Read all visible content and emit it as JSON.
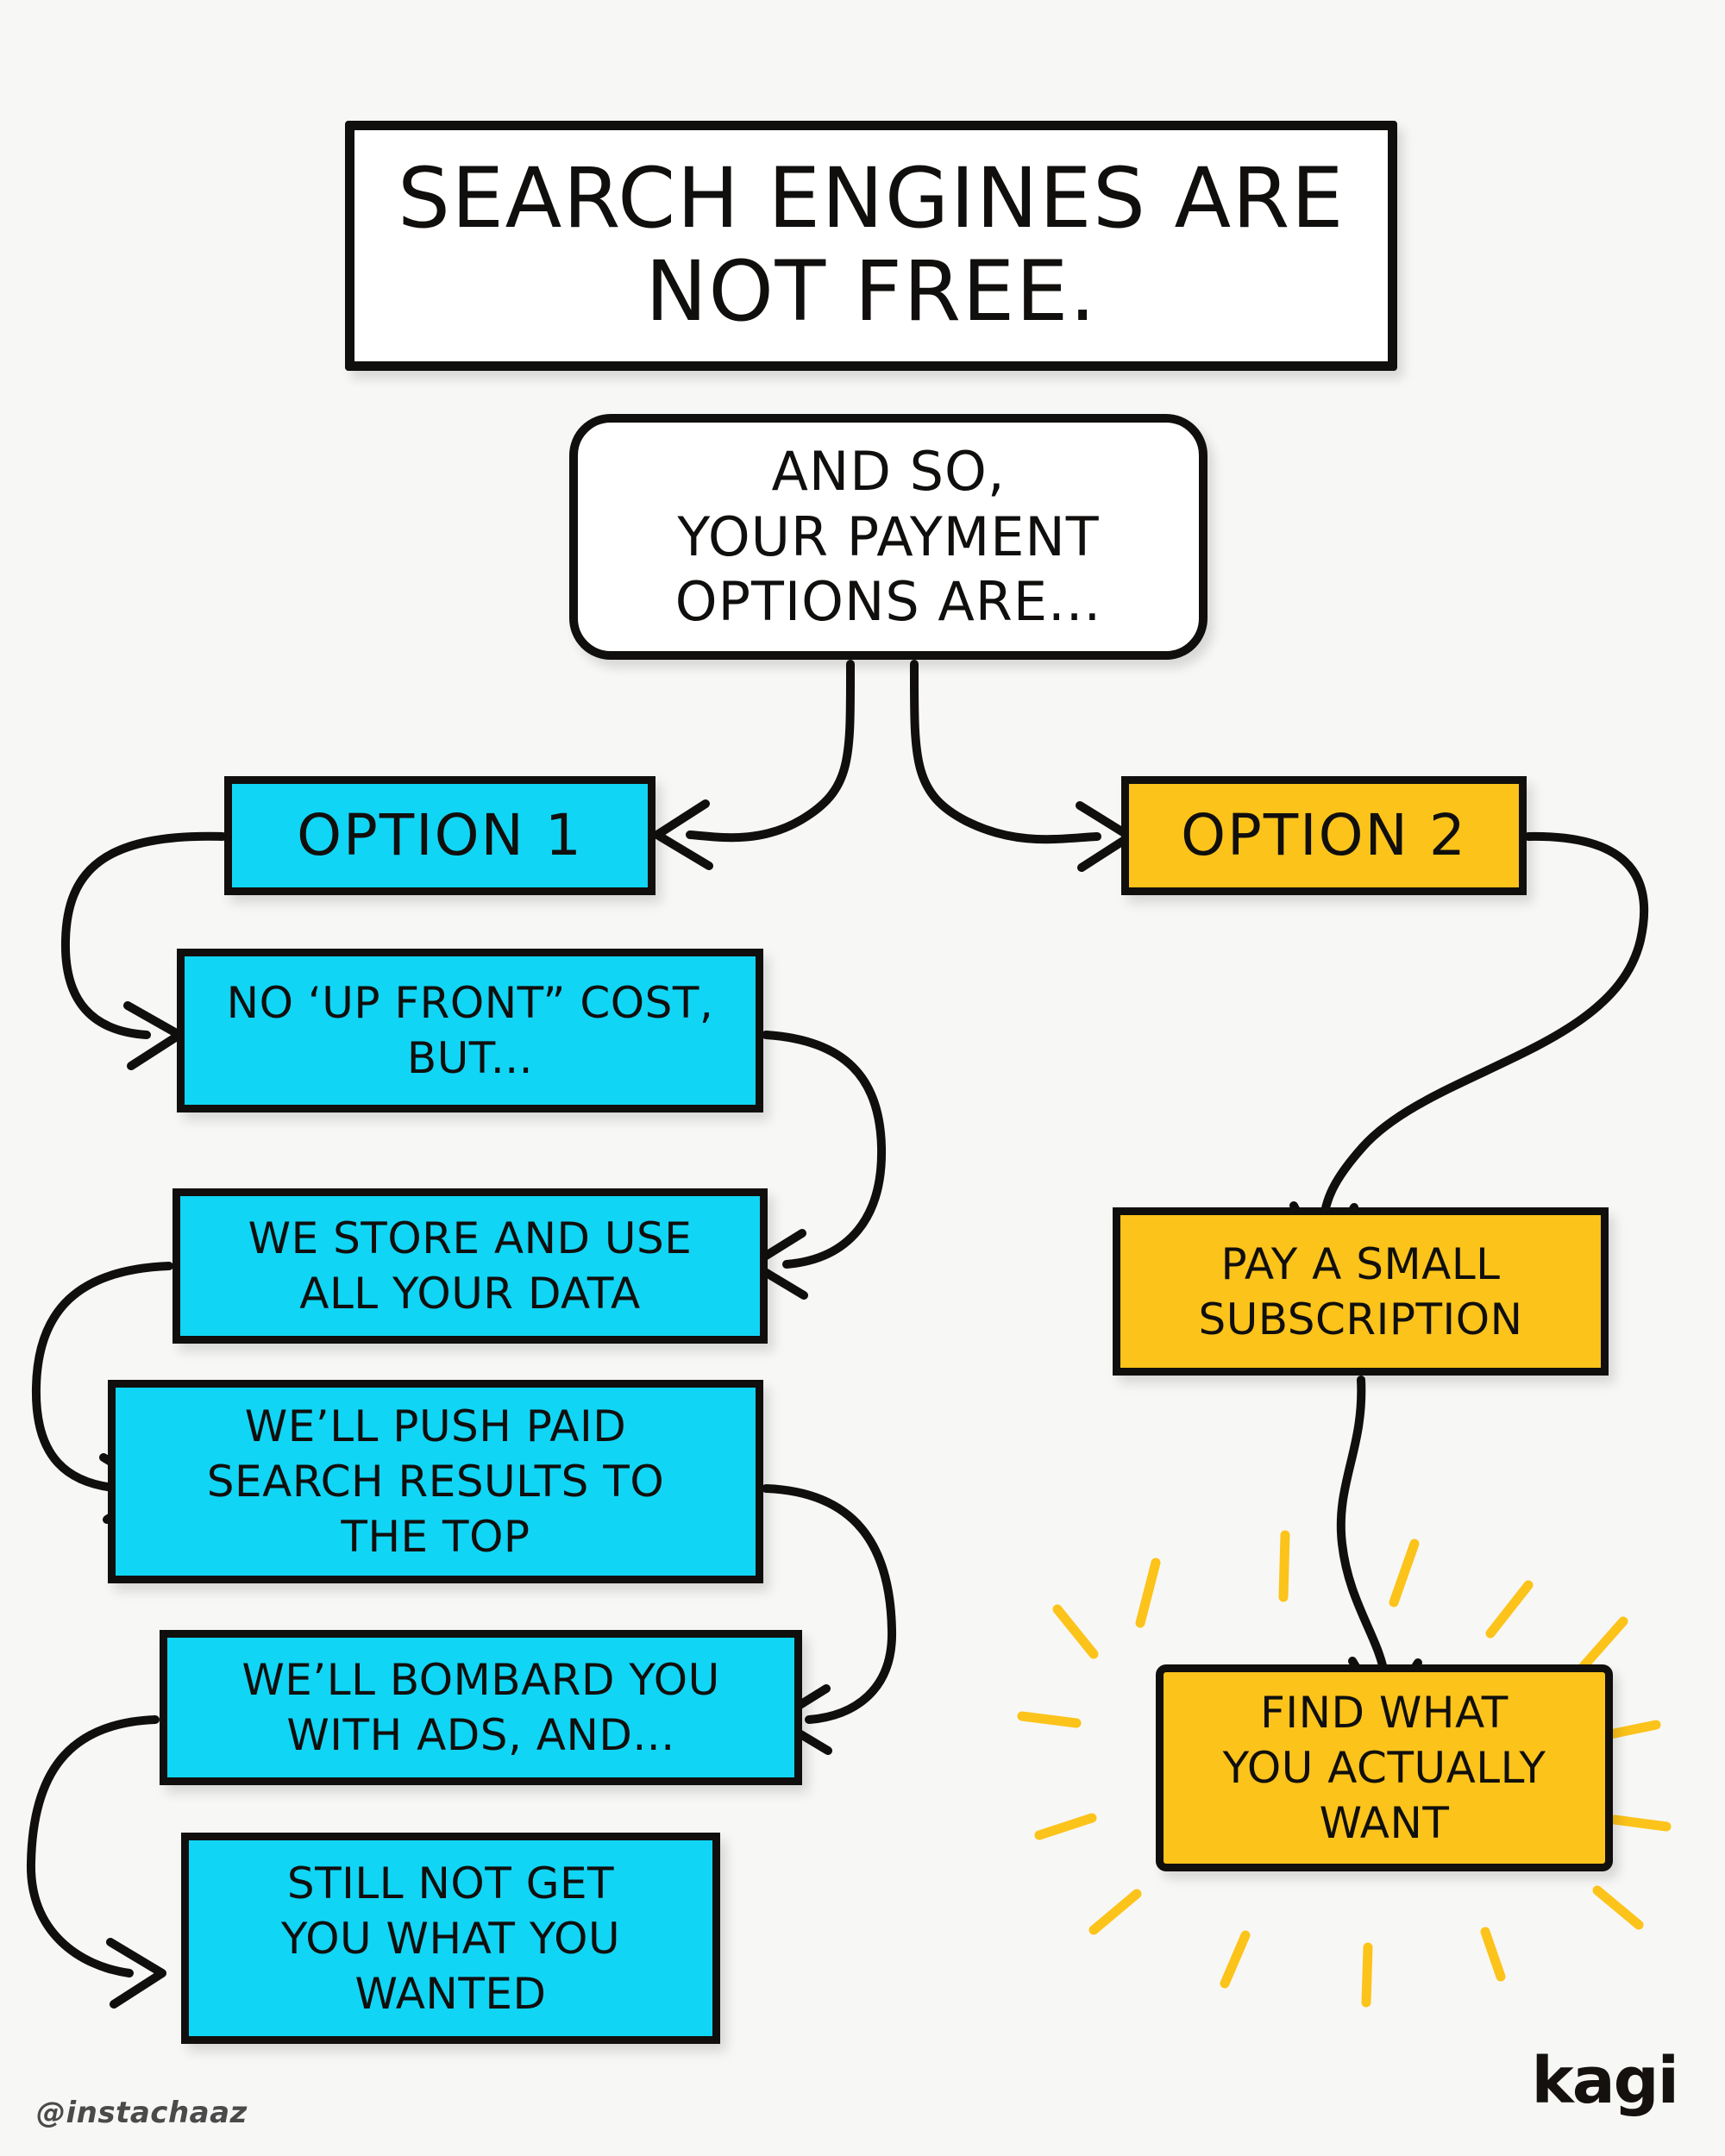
{
  "page": {
    "background_color": "#f7f7f5",
    "ink_color": "#100f0d",
    "option1_color": "#11d5f5",
    "option2_color": "#fcc31a",
    "spark_color": "#fcc31a"
  },
  "title": {
    "line1_lead": "S",
    "line1_rest": "EARCH ",
    "line1_lead2": "E",
    "line1_rest2": "NGINES",
    "line2": "ARE NOT FREE.",
    "full_text": "SEARCH ENGINES ARE NOT FREE."
  },
  "bubble": {
    "text": "AND SO,\nYOUR PAYMENT\nOPTIONS ARE..."
  },
  "branches": [
    {
      "id": "option1",
      "header": "OPTION 1",
      "color": "#11d5f5",
      "steps": [
        {
          "id": "step1",
          "text": "NO ‘UP FRONT” COST,\n    BUT..."
        },
        {
          "id": "step2",
          "text": "WE STORE AND USE\nALL YOUR DATA"
        },
        {
          "id": "step3",
          "text": "  WE’LL PUSH PAID\nSEARCH RESULTS TO\n   THE TOP"
        },
        {
          "id": "step4",
          "text": "WE’LL BOMBARD YOU\n  WITH ADS, AND..."
        },
        {
          "id": "step5",
          "text": "STILL NOT GET\nYOU WHAT YOU\n   WANTED"
        }
      ]
    },
    {
      "id": "option2",
      "header": "OPTION 2",
      "color": "#fcc31a",
      "steps": [
        {
          "id": "step1",
          "text": "PAY A SMALL\nSUBSCRIPTION"
        },
        {
          "id": "step2",
          "text": "FIND WHAT\nYOU ACTUALLY\n   WANT"
        }
      ]
    }
  ],
  "footer": {
    "handle": "@instachaaz",
    "logo": "kagi"
  }
}
